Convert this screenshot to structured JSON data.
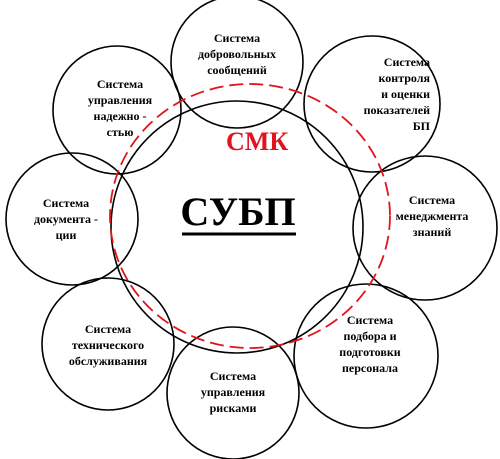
{
  "center": {
    "title": "СУБП"
  },
  "overlay": {
    "label": "СМК",
    "color": "#e0141e"
  },
  "nodes": [
    {
      "id": "voluntary-reports",
      "label": "Система\nдобровольных\nсообщений"
    },
    {
      "id": "performance-monitoring",
      "label": "Система\nконтроля\nи оценки\nпоказателей\nБП"
    },
    {
      "id": "knowledge-management",
      "label": "Система\nменеджмента\nзнаний"
    },
    {
      "id": "personnel-training",
      "label": "Система\nподбора и\nподготовки\nперсонала"
    },
    {
      "id": "risk-management",
      "label": "Система\nуправления\nрисками"
    },
    {
      "id": "technical-maintenance",
      "label": "Система\nтехнического\nобслуживания"
    },
    {
      "id": "documentation",
      "label": "Система\nдокумента -\nции"
    },
    {
      "id": "reliability-management",
      "label": "Система\nуправления\nнадежно -\nстью"
    }
  ]
}
